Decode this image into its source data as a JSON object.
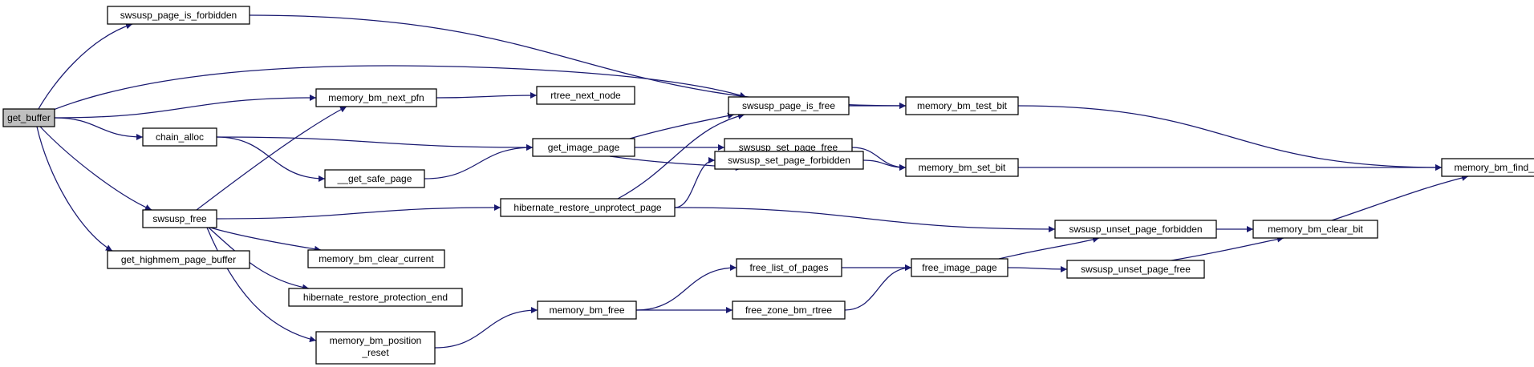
{
  "graph": {
    "colors": {
      "edge": "#191970",
      "node_border": "#000000",
      "root_fill": "#bfbfbf",
      "node_fill": "#ffffff"
    },
    "nodes": {
      "get_buffer": [
        "get_buffer"
      ],
      "swsusp_page_is_forbidden": [
        "swsusp_page_is_forbidden"
      ],
      "memory_bm_next_pfn": [
        "memory_bm_next_pfn"
      ],
      "rtree_next_node": [
        "rtree_next_node"
      ],
      "chain_alloc": [
        "chain_alloc"
      ],
      "__get_safe_page": [
        "__get_safe_page"
      ],
      "get_image_page": [
        "get_image_page"
      ],
      "swsusp_free": [
        "swsusp_free"
      ],
      "get_highmem_page_buffer": [
        "get_highmem_page_buffer"
      ],
      "memory_bm_clear_current": [
        "memory_bm_clear_current"
      ],
      "hibernate_restore_protection_end": [
        "hibernate_restore_protection_end"
      ],
      "memory_bm_position_reset": [
        "memory_bm_position",
        "_reset"
      ],
      "hibernate_restore_unprotect_page": [
        "hibernate_restore_unprotect_page"
      ],
      "memory_bm_free": [
        "memory_bm_free"
      ],
      "swsusp_page_is_free": [
        "swsusp_page_is_free"
      ],
      "swsusp_set_page_free": [
        "swsusp_set_page_free"
      ],
      "swsusp_set_page_forbidden": [
        "swsusp_set_page_forbidden"
      ],
      "free_list_of_pages": [
        "free_list_of_pages"
      ],
      "free_zone_bm_rtree": [
        "free_zone_bm_rtree"
      ],
      "memory_bm_test_bit": [
        "memory_bm_test_bit"
      ],
      "memory_bm_set_bit": [
        "memory_bm_set_bit"
      ],
      "free_image_page": [
        "free_image_page"
      ],
      "swsusp_unset_page_forbidden": [
        "swsusp_unset_page_forbidden"
      ],
      "swsusp_unset_page_free": [
        "swsusp_unset_page_free"
      ],
      "memory_bm_clear_bit": [
        "memory_bm_clear_bit"
      ],
      "memory_bm_find_bit": [
        "memory_bm_find_bit"
      ]
    },
    "edges": [
      [
        "get_buffer",
        "swsusp_page_is_forbidden"
      ],
      [
        "get_buffer",
        "swsusp_page_is_free"
      ],
      [
        "get_buffer",
        "memory_bm_next_pfn"
      ],
      [
        "get_buffer",
        "chain_alloc"
      ],
      [
        "get_buffer",
        "swsusp_free"
      ],
      [
        "get_buffer",
        "get_highmem_page_buffer"
      ],
      [
        "swsusp_page_is_forbidden",
        "memory_bm_test_bit"
      ],
      [
        "memory_bm_next_pfn",
        "rtree_next_node"
      ],
      [
        "chain_alloc",
        "get_image_page"
      ],
      [
        "chain_alloc",
        "__get_safe_page"
      ],
      [
        "__get_safe_page",
        "get_image_page"
      ],
      [
        "swsusp_free",
        "memory_bm_next_pfn"
      ],
      [
        "swsusp_free",
        "hibernate_restore_unprotect_page"
      ],
      [
        "swsusp_free",
        "memory_bm_clear_current"
      ],
      [
        "swsusp_free",
        "hibernate_restore_protection_end"
      ],
      [
        "swsusp_free",
        "memory_bm_position_reset"
      ],
      [
        "get_image_page",
        "swsusp_page_is_free"
      ],
      [
        "get_image_page",
        "swsusp_set_page_free"
      ],
      [
        "get_image_page",
        "swsusp_set_page_forbidden"
      ],
      [
        "hibernate_restore_unprotect_page",
        "swsusp_page_is_free"
      ],
      [
        "hibernate_restore_unprotect_page",
        "swsusp_set_page_forbidden"
      ],
      [
        "hibernate_restore_unprotect_page",
        "swsusp_unset_page_forbidden"
      ],
      [
        "memory_bm_position_reset",
        "memory_bm_free"
      ],
      [
        "memory_bm_free",
        "free_list_of_pages"
      ],
      [
        "memory_bm_free",
        "free_zone_bm_rtree"
      ],
      [
        "swsusp_page_is_free",
        "memory_bm_test_bit"
      ],
      [
        "swsusp_set_page_free",
        "memory_bm_set_bit"
      ],
      [
        "swsusp_set_page_forbidden",
        "memory_bm_set_bit"
      ],
      [
        "free_list_of_pages",
        "free_image_page"
      ],
      [
        "free_zone_bm_rtree",
        "free_image_page"
      ],
      [
        "free_image_page",
        "swsusp_unset_page_forbidden"
      ],
      [
        "free_image_page",
        "swsusp_unset_page_free"
      ],
      [
        "memory_bm_test_bit",
        "memory_bm_find_bit"
      ],
      [
        "memory_bm_set_bit",
        "memory_bm_find_bit"
      ],
      [
        "swsusp_unset_page_forbidden",
        "memory_bm_clear_bit"
      ],
      [
        "swsusp_unset_page_free",
        "memory_bm_clear_bit"
      ],
      [
        "memory_bm_clear_bit",
        "memory_bm_find_bit"
      ]
    ]
  }
}
